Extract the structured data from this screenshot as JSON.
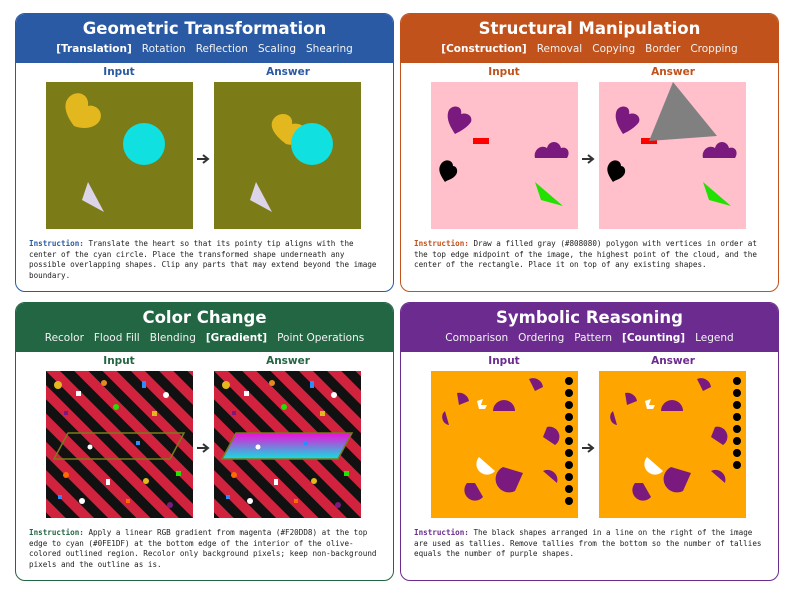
{
  "labels": {
    "input": "Input",
    "answer": "Answer",
    "instruction_prefix": "Instruction:"
  },
  "panels": [
    {
      "title": "Geometric Transformation",
      "tabs": [
        "[Translation]",
        "Rotation",
        "Reflection",
        "Scaling",
        "Shearing"
      ],
      "active_tab": 0,
      "header_color": "#2a5aa3",
      "instruction": "Translate the heart so that its pointy tip aligns with the center of the cyan circle. Place the transformed shape underneath any possible overlapping shapes. Clip any parts that may extend beyond the image boundary."
    },
    {
      "title": "Structural Manipulation",
      "tabs": [
        "[Construction]",
        "Removal",
        "Copying",
        "Border",
        "Cropping"
      ],
      "active_tab": 0,
      "header_color": "#c1521c",
      "instruction": "Draw a filled gray (#808080) polygon with vertices in order at the top edge midpoint of the image, the highest point of the cloud, and the center of the rectangle. Place it on top of any existing shapes."
    },
    {
      "title": "Color Change",
      "tabs": [
        "Recolor",
        "Flood Fill",
        "Blending",
        "[Gradient]",
        "Point Operations"
      ],
      "active_tab": 3,
      "header_color": "#226643",
      "instruction": "Apply a linear RGB gradient from magenta (#F20DD8) at the top edge to cyan (#0FE1DF) at the bottom edge of the interior of the olive-colored outlined region. Recolor only background pixels; keep non-background pixels and the outline as is."
    },
    {
      "title": "Symbolic Reasoning",
      "tabs": [
        "Comparison",
        "Ordering",
        "Pattern",
        "[Counting]",
        "Legend"
      ],
      "active_tab": 3,
      "header_color": "#6b2b8f",
      "instruction": "The black shapes arranged in a line on the right of the image are used as tallies. Remove tallies from the bottom so the number of tallies equals the number of purple shapes."
    }
  ],
  "colors": {
    "olive_bg": "#7b7b18",
    "heart": "#e3b81f",
    "cyan_circle": "#10e0e0",
    "pink_bg": "#ffc0cb",
    "gray_polygon": "#808080",
    "purple_shape": "#7b1a7e",
    "red_rect": "#ff0000",
    "green_triangle": "#22e000",
    "stripe_red": "#d1223e",
    "orange_bg": "#ffa500",
    "gradient_top": "#F20DD8",
    "gradient_bottom": "#0FE1DF"
  },
  "icons": {
    "arrow": "arrow-right-icon"
  }
}
